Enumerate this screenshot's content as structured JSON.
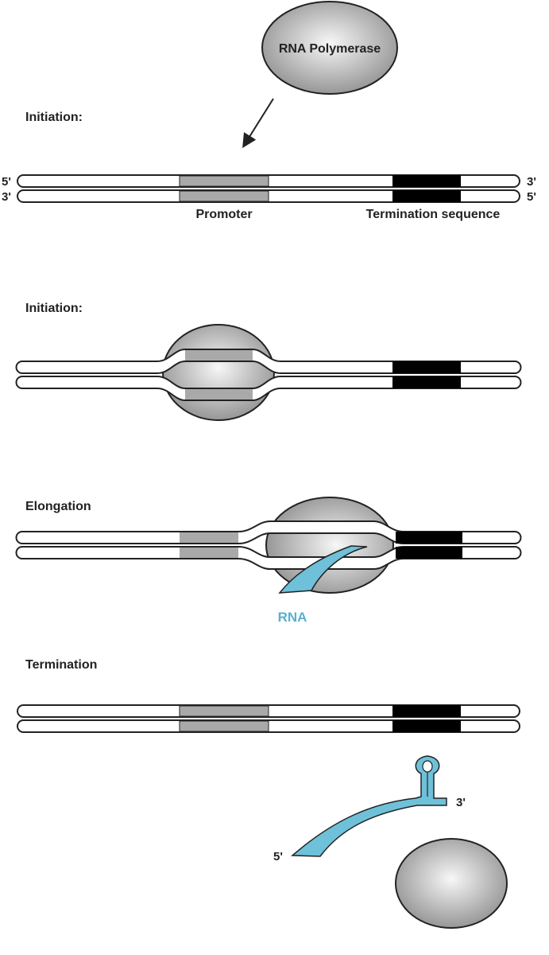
{
  "polymerase_label": "RNA Polymerase",
  "stages": {
    "s1": "Initiation:",
    "s2": "Initiation:",
    "s3": "Elongation",
    "s4": "Termination"
  },
  "strand_ends": {
    "top_left": "5'",
    "bottom_left": "3'",
    "top_right": "3'",
    "bottom_right": "5'"
  },
  "regions": {
    "promoter": "Promoter",
    "termination": "Termination sequence"
  },
  "rna_label": "RNA",
  "rna_ends": {
    "five": "5'",
    "three": "3'"
  },
  "colors": {
    "outline": "#222222",
    "promoter": "#a9a9a9",
    "terminator": "#000000",
    "rna": "#6ec1d9",
    "rna_text": "#5ab0cc",
    "polymerase_light": "#f4f4f4",
    "polymerase_dark": "#8c8c8c"
  }
}
